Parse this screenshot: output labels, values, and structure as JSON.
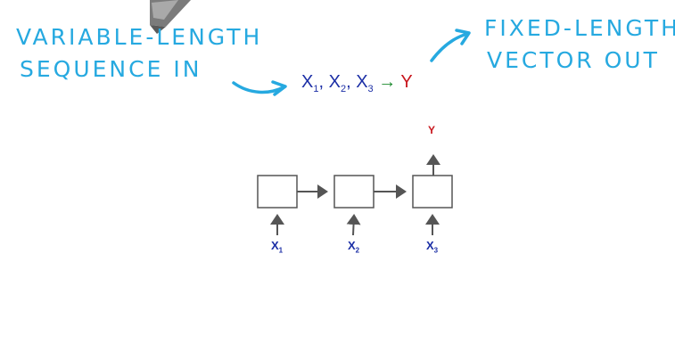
{
  "annotations": {
    "left_line1": "VARIABLE-LENGTH",
    "left_line2": "SEQUENCE  IN",
    "right_line1": "FIXED-LENGTH",
    "right_line2": "VECTOR  OUT"
  },
  "formula": {
    "x_letter": "X",
    "subs": [
      "1",
      "2",
      "3"
    ],
    "comma": ",",
    "arrow": "→",
    "output": "Y"
  },
  "diagram": {
    "inputs": [
      {
        "letter": "X",
        "sub": "1"
      },
      {
        "letter": "X",
        "sub": "2"
      },
      {
        "letter": "X",
        "sub": "3"
      }
    ],
    "output_label": "Y"
  },
  "colors": {
    "handwriting": "#26a9e0",
    "inputs": "#1c2fa6",
    "output": "#c8161d",
    "formula_arrow": "#1c8a2e",
    "box_stroke": "#555555"
  },
  "icons": {
    "pen": "pen-icon"
  }
}
